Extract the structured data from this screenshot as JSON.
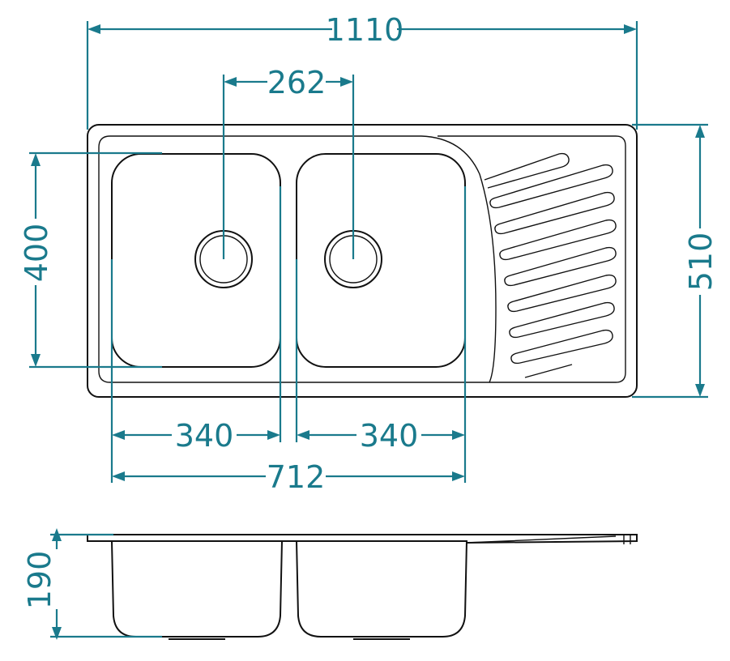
{
  "colors": {
    "dimension": "#1a7a8c",
    "outline": "#111111",
    "background": "#ffffff"
  },
  "dimensions": {
    "overall_width": "1110",
    "drain_spacing": "262",
    "bowl_depth": "400",
    "overall_depth": "510",
    "left_bowl_width": "340",
    "right_bowl_width": "340",
    "bowls_total_width": "712",
    "sink_height": "190"
  }
}
